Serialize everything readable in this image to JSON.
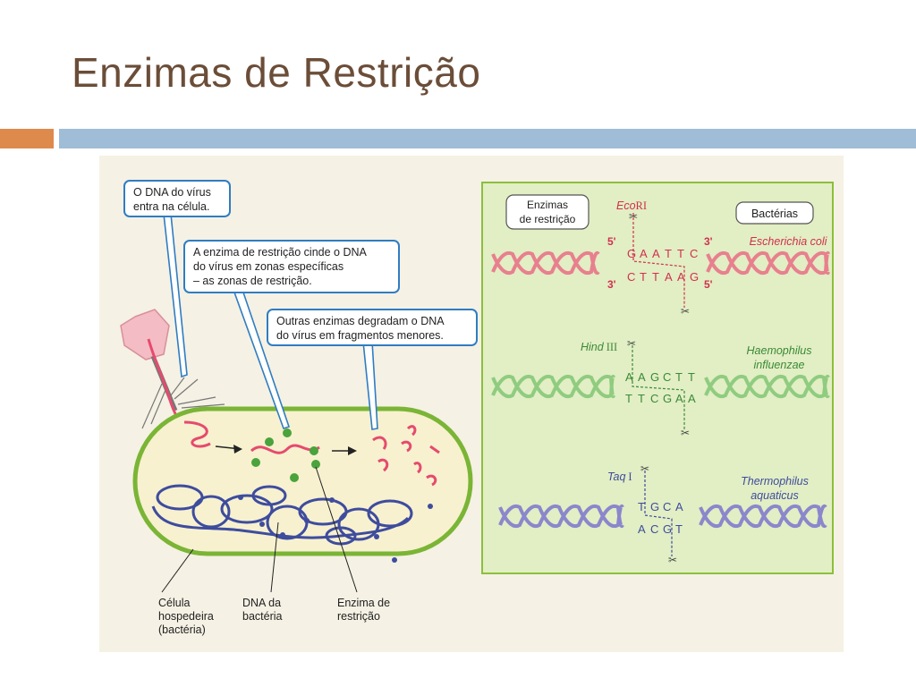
{
  "slide": {
    "title": "Enzimas de Restrição",
    "colors": {
      "title": "#6b4d38",
      "accent_orange": "#de8a4c",
      "accent_blue": "#9fbdd6",
      "figure_bg": "#f5f1e4",
      "panel_bg": "#e2eec4",
      "panel_border": "#8cbf3d",
      "callout_border": "#2f7dc2",
      "viral_dna": "#e64a6e",
      "enzyme": "#4aa33c",
      "bacterial_dna": "#3e4c9e",
      "ecori_dna": "#e8808e",
      "hindiii_dna": "#8fcc80",
      "taqi_dna": "#8b87cc",
      "enzyme_label": "#2e5ea0"
    }
  },
  "left": {
    "callouts": [
      {
        "lines": [
          "O DNA do vírus",
          "entra na célula."
        ]
      },
      {
        "lines": [
          "A enzima de restrição cinde o DNA",
          "do vírus em zonas específicas",
          "– as zonas de restrição."
        ]
      },
      {
        "lines": [
          "Outras enzimas degradam o DNA",
          "do vírus em fragmentos menores."
        ]
      }
    ],
    "labels": {
      "host_cell": [
        "Célula",
        "hospedeira",
        "(bactéria)"
      ],
      "bacterial_dna": [
        "DNA da",
        "bactéria"
      ],
      "restriction_enzyme": [
        "Enzima de",
        "restrição"
      ]
    }
  },
  "right": {
    "tag_enzymes": [
      "Enzimas",
      "de restrição"
    ],
    "tag_bacteria": "Bactérias",
    "strand_labels": {
      "five_prime": "5'",
      "three_prime": "3'"
    },
    "rows": [
      {
        "enzyme_italic": "Eco",
        "enzyme_suffix": "RI",
        "organism": [
          "Escherichia coli"
        ],
        "top": [
          "G",
          "A",
          "A",
          "T",
          "T",
          "C"
        ],
        "bottom": [
          "C",
          "T",
          "T",
          "A",
          "A",
          "G"
        ]
      },
      {
        "enzyme_italic": "Hind",
        "enzyme_suffix": "III",
        "organism": [
          "Haemophilus",
          "influenzae"
        ],
        "top": [
          "A",
          "A",
          "G",
          "C",
          "T",
          "T"
        ],
        "bottom": [
          "T",
          "T",
          "C",
          "G",
          "A",
          "A"
        ]
      },
      {
        "enzyme_italic": "Taq",
        "enzyme_suffix": "I",
        "organism": [
          "Thermophilus",
          "aquaticus"
        ],
        "top": [
          "T",
          "G",
          "C",
          "A"
        ],
        "bottom": [
          "A",
          "C",
          "G",
          "T"
        ]
      }
    ]
  }
}
